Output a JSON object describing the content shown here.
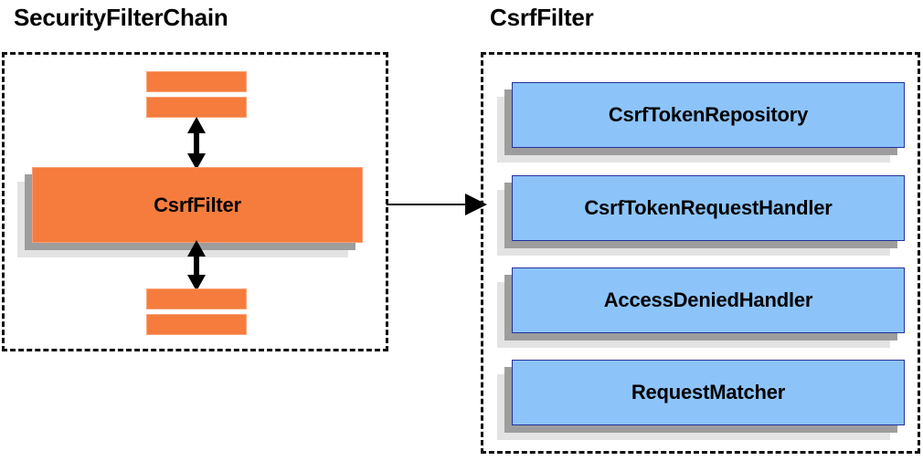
{
  "diagram": {
    "title_left": "SecurityFilterChain",
    "title_right": "CsrfFilter",
    "colors": {
      "orange": "#F57C3D",
      "blue": "#8CC4FA",
      "blue_border": "#24309B",
      "shadow_mid": "#9D9D9D",
      "shadow_back": "#E3E3E3",
      "dash_border": "#111111",
      "text": "#000000"
    },
    "left_panel": {
      "label": "SecurityFilterChain",
      "filter_node": "CsrfFilter",
      "preceding_filters": [
        "",
        ""
      ],
      "following_filters": [
        "",
        ""
      ],
      "arrows": [
        {
          "name": "arrow-above-csrffilter",
          "kind": "double-headed-vertical"
        },
        {
          "name": "arrow-below-csrffilter",
          "kind": "double-headed-vertical"
        }
      ]
    },
    "right_panel": {
      "label": "CsrfFilter",
      "collaborators": [
        {
          "name": "CsrfTokenRepository"
        },
        {
          "name": "CsrfTokenRequestHandler"
        },
        {
          "name": "AccessDeniedHandler"
        },
        {
          "name": "RequestMatcher"
        }
      ]
    },
    "connector": {
      "name": "csrffilter-expansion-arrow",
      "kind": "single-headed-horizontal",
      "from": "SecurityFilterChain",
      "to": "CsrfFilter"
    }
  }
}
